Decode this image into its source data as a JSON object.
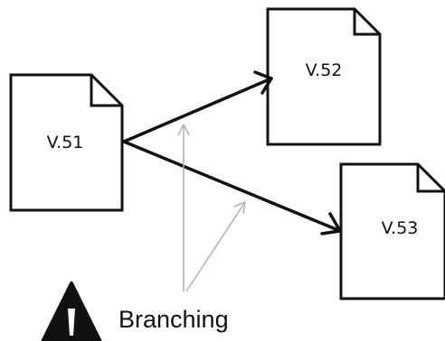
{
  "documents": [
    {
      "id": "v51",
      "label": "V.51"
    },
    {
      "id": "v52",
      "label": "V.52"
    },
    {
      "id": "v53",
      "label": "V.53"
    }
  ],
  "callout": {
    "icon": "warning-icon",
    "label": "Branching"
  },
  "colors": {
    "stroke": "#111111",
    "pointer": "#b0b0b0",
    "background": "#ffffff"
  }
}
